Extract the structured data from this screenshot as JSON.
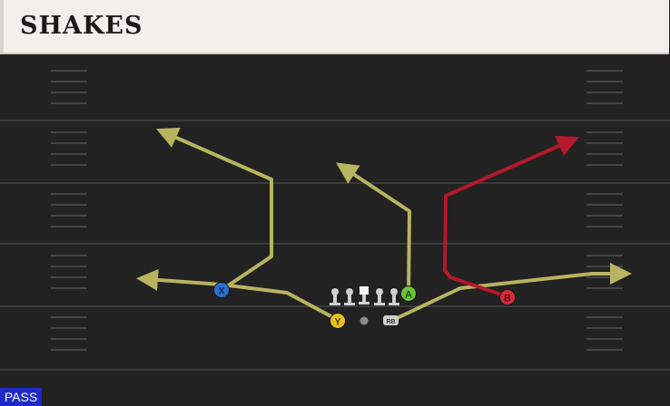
{
  "play": {
    "name": "SHAKES",
    "type_badge": "PASS"
  },
  "players": {
    "x": {
      "button": "X",
      "color": "#2f6fd1"
    },
    "y": {
      "button": "Y",
      "color": "#e8c020"
    },
    "a": {
      "button": "A",
      "color": "#6cc23a"
    },
    "b": {
      "button": "B",
      "color": "#d62a3a"
    },
    "rb": {
      "label": "RB"
    }
  },
  "colors": {
    "route": "#b8b460",
    "route_primary": "#b3182c",
    "field": "#222222",
    "yard_line": "#3a3a3a",
    "hash": "#4a4a4a"
  }
}
